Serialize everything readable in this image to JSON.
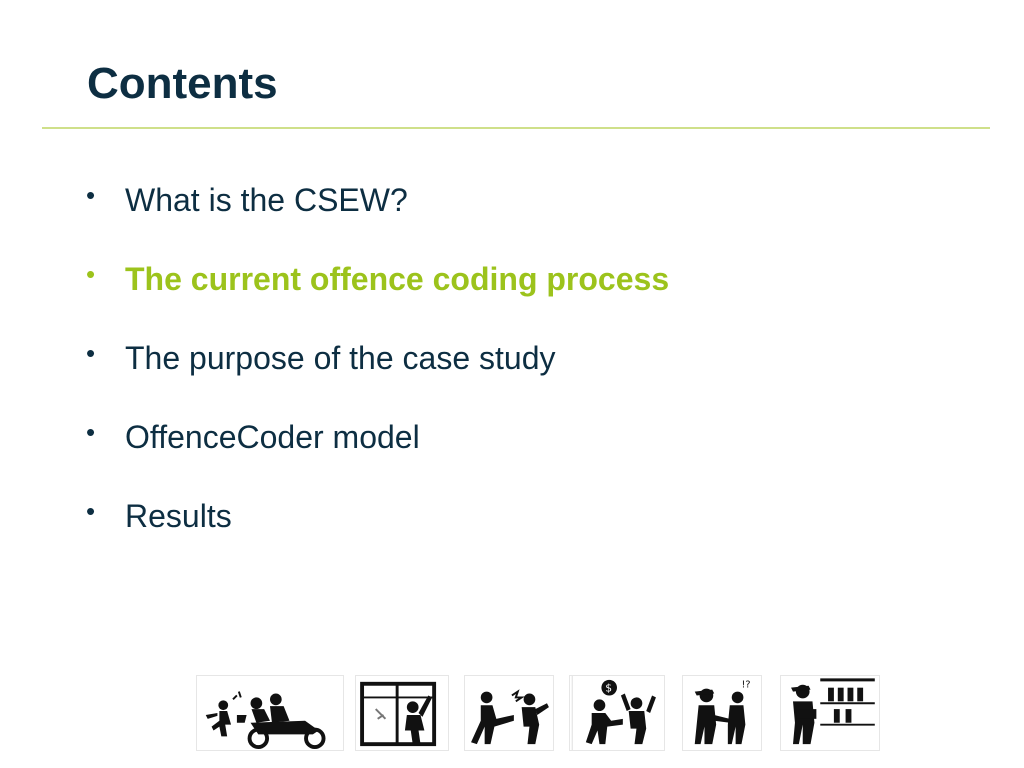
{
  "slide": {
    "title": "Contents",
    "bullets": [
      {
        "text": "What is the CSEW?",
        "highlighted": false
      },
      {
        "text": "The current offence coding process",
        "highlighted": true
      },
      {
        "text": "The purpose of the case study",
        "highlighted": false
      },
      {
        "text": "OffenceCoder model",
        "highlighted": false
      },
      {
        "text": "Results",
        "highlighted": false
      }
    ],
    "bullet_glyph": "•",
    "pictograms": [
      {
        "icon": "motorbike-snatch-theft-icon"
      },
      {
        "icon": "burglary-window-icon"
      },
      {
        "icon": "assault-kick-icon"
      },
      {
        "icon": "robbery-money-icon"
      },
      {
        "icon": "harassment-threat-icon"
      },
      {
        "icon": "shoplifting-bottles-icon"
      }
    ],
    "colors": {
      "text": "#0d2e42",
      "accent": "#9cc31c",
      "rule": "#cfe08a"
    }
  }
}
